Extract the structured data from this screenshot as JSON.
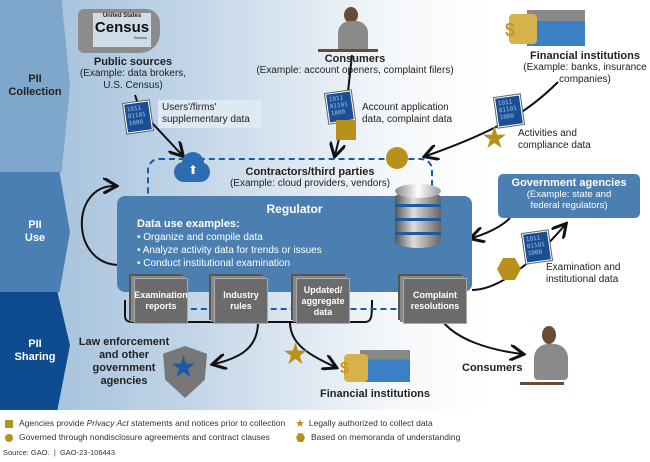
{
  "bands": {
    "collection": "PII\nCollection",
    "use": "PII\nUse",
    "sharing": "PII\nSharing"
  },
  "public_sources": {
    "logo_line1": "United States",
    "logo_line2": "Census",
    "logo_line3": "Bureau",
    "title": "Public sources",
    "subtitle": "(Example: data brokers, U.S. Census)",
    "data_label": "Users'/firms' supplementary data"
  },
  "consumers_top": {
    "title": "Consumers",
    "subtitle": "(Example: account openers, complaint filers)",
    "data_label": "Account application data, complaint data"
  },
  "financial_top": {
    "title": "Financial institutions",
    "subtitle": "(Example: banks, insurance companies)",
    "data_label": "Activities and compliance data"
  },
  "contractors": {
    "title": "Contractors/third parties",
    "subtitle": "(Example: cloud providers, vendors)"
  },
  "regulator": {
    "title": "Regulator",
    "uses_heading": "Data use examples:",
    "uses": [
      "• Organize and compile data",
      "• Analyze activity data for trends or issues",
      "• Conduct institutional examination"
    ],
    "outputs": [
      "Examination reports",
      "Industry rules",
      "Updated/ aggregate data",
      "Complaint resolutions"
    ]
  },
  "government": {
    "title": "Government agencies",
    "subtitle": "(Example: state and federal regulators)",
    "data_label": "Examination and institutional data"
  },
  "sharing": {
    "law": "Law enforcement and other government agencies",
    "financial": "Financial institutions",
    "consumers": "Consumers"
  },
  "data_doc_text": "1011\n01101\n1000",
  "legend": [
    {
      "icon": "square",
      "text_before": "Agencies provide ",
      "text_italic": "Privacy Act",
      "text_after": " statements and notices prior to collection"
    },
    {
      "icon": "circle",
      "text": "Governed through nondisclosure agreements and contract clauses"
    },
    {
      "icon": "star",
      "text": "Legally authorized to collect data"
    },
    {
      "icon": "hexagon",
      "text": "Based on memoranda of understanding"
    }
  ],
  "source": "Source: GAO.  |  GAO-23-106443",
  "colors": {
    "gold": "#b8901c",
    "blue": "#4b7fb1",
    "dark_blue": "#0f4c8f",
    "doc_gray": "#6b6b6b"
  }
}
